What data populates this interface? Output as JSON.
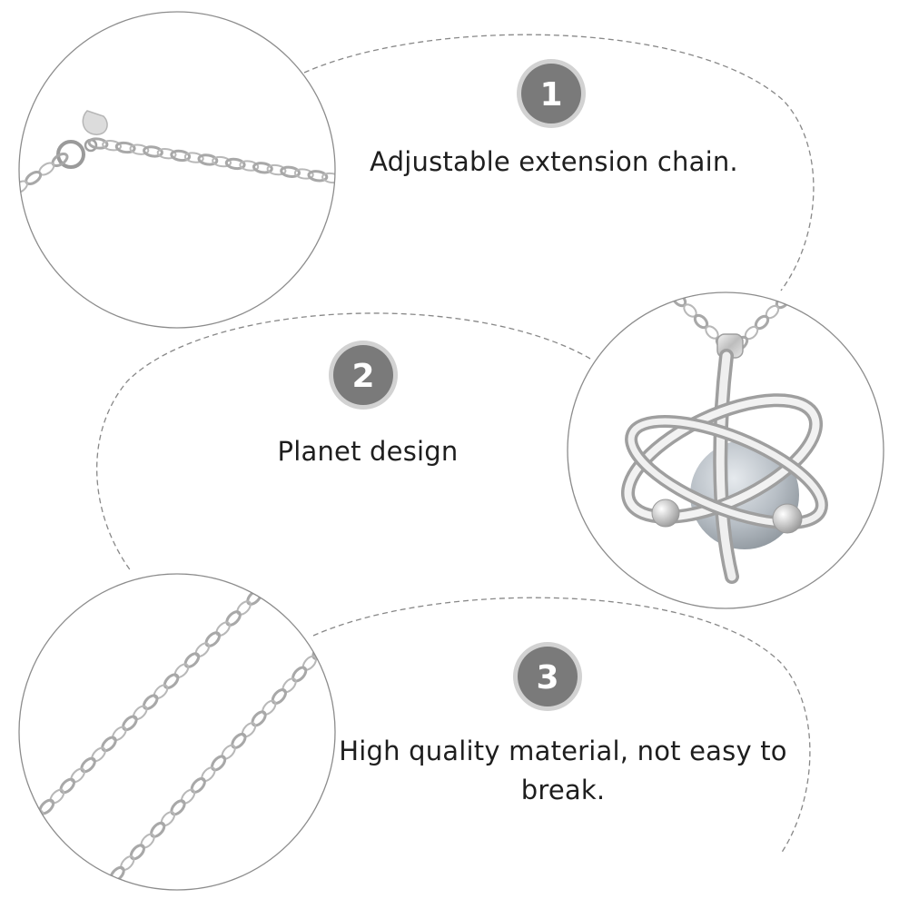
{
  "features": [
    {
      "number": "1",
      "text": "Adjustable extension chain."
    },
    {
      "number": "2",
      "text": "Planet design"
    },
    {
      "number": "3",
      "text": "High quality material, not easy to break."
    }
  ],
  "colors": {
    "badge": "#7a7a7a",
    "badge_ring": "#d2d2d2",
    "outline": "#8c8c8c",
    "dash": "#888888",
    "text": "#1e1e1e",
    "silver": "#c8c8c8",
    "stone": "#b9c0c6"
  }
}
